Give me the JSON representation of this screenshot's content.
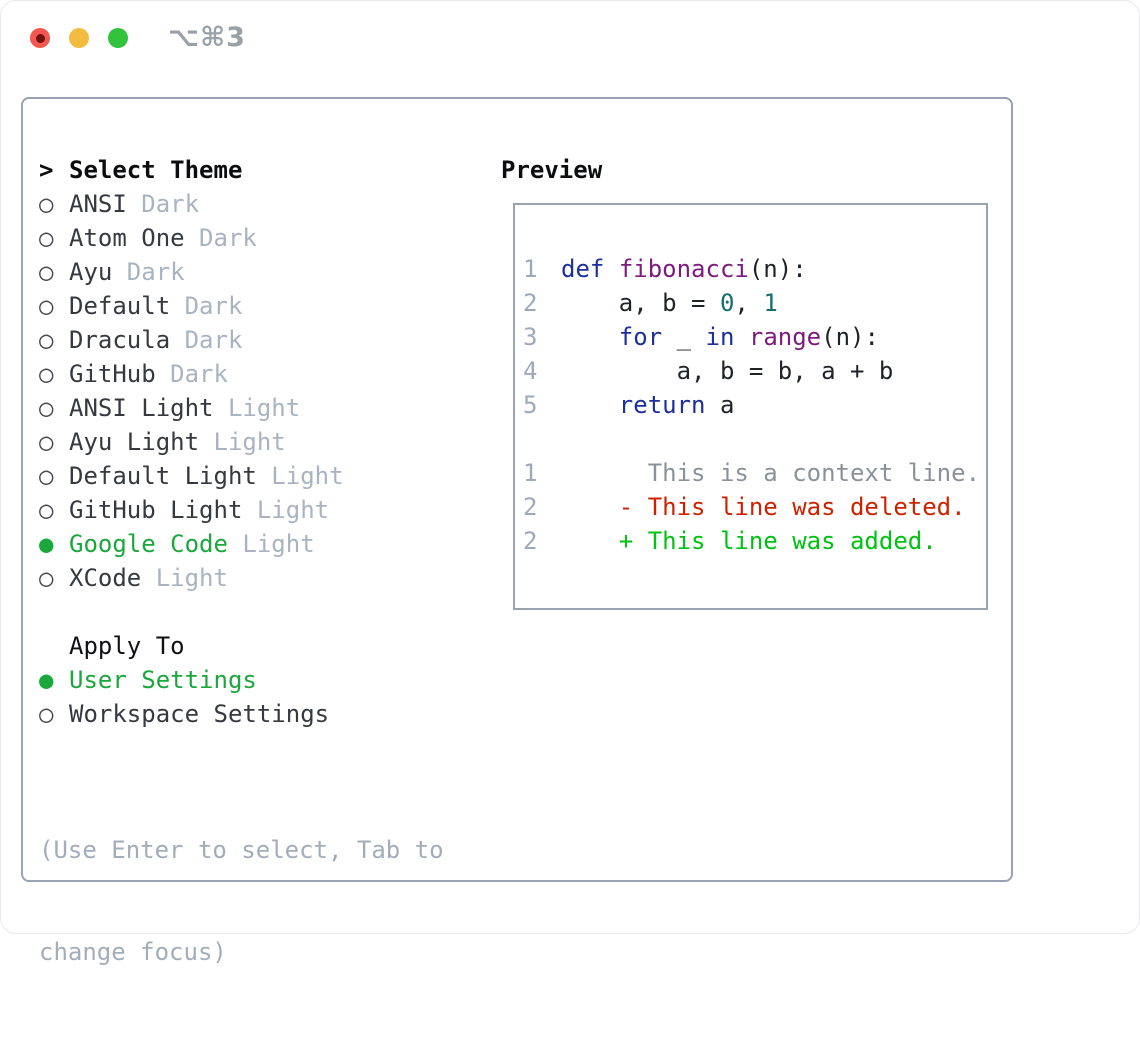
{
  "window": {
    "title": "⌥⌘3"
  },
  "colors": {
    "accent_green": "#1aa73c",
    "item_text": "#36393f",
    "variant_text": "#a9b3c2",
    "hint_text": "#a3adba",
    "panel_border": "#99a2b1",
    "line_number": "#9da8bd",
    "code_keyword": "#1b2f9e",
    "code_function": "#7d1a7d",
    "code_number": "#166e6e",
    "code_plain": "#1f2328",
    "diff_context": "#8b919b",
    "diff_deletion": "#cc2200",
    "diff_addition": "#00c213",
    "title_text": "#9aa0a8",
    "traffic_red": "#f25850",
    "traffic_red_dot": "#701210",
    "traffic_yellow": "#f3bc40",
    "traffic_green": "#31c23e"
  },
  "theme_list": {
    "focus_indicator": ">",
    "header": "Select Theme",
    "bullet_unselected": "○",
    "bullet_selected": "●",
    "items": [
      {
        "name": "ANSI",
        "variant": "Dark",
        "selected": false
      },
      {
        "name": "Atom One",
        "variant": "Dark",
        "selected": false
      },
      {
        "name": "Ayu",
        "variant": "Dark",
        "selected": false
      },
      {
        "name": "Default",
        "variant": "Dark",
        "selected": false
      },
      {
        "name": "Dracula",
        "variant": "Dark",
        "selected": false
      },
      {
        "name": "GitHub",
        "variant": "Dark",
        "selected": false
      },
      {
        "name": "ANSI Light",
        "variant": "Light",
        "selected": false
      },
      {
        "name": "Ayu Light",
        "variant": "Light",
        "selected": false
      },
      {
        "name": "Default Light",
        "variant": "Light",
        "selected": false
      },
      {
        "name": "GitHub Light",
        "variant": "Light",
        "selected": false
      },
      {
        "name": "Google Code",
        "variant": "Light",
        "selected": true
      },
      {
        "name": "XCode",
        "variant": "Light",
        "selected": false
      }
    ]
  },
  "apply_to": {
    "header": "Apply To",
    "options": [
      {
        "label": "User Settings",
        "selected": true
      },
      {
        "label": "Workspace Settings",
        "selected": false
      }
    ]
  },
  "hint": {
    "lines": [
      "(Use Enter to select, Tab to",
      "change focus)"
    ]
  },
  "preview": {
    "header": "Preview",
    "code_lines": [
      {
        "num": "1",
        "tokens": [
          {
            "text": "def",
            "cls": "kw"
          },
          {
            "text": " ",
            "cls": "pl"
          },
          {
            "text": "fibonacci",
            "cls": "fn"
          },
          {
            "text": "(n):",
            "cls": "pl"
          }
        ]
      },
      {
        "num": "2",
        "tokens": [
          {
            "text": "    a, b = ",
            "cls": "pl"
          },
          {
            "text": "0",
            "cls": "num"
          },
          {
            "text": ", ",
            "cls": "pl"
          },
          {
            "text": "1",
            "cls": "num"
          }
        ]
      },
      {
        "num": "3",
        "tokens": [
          {
            "text": "    ",
            "cls": "pl"
          },
          {
            "text": "for",
            "cls": "kw"
          },
          {
            "text": " _ ",
            "cls": "pl"
          },
          {
            "text": "in",
            "cls": "kw"
          },
          {
            "text": " ",
            "cls": "pl"
          },
          {
            "text": "range",
            "cls": "fn"
          },
          {
            "text": "(n):",
            "cls": "pl"
          }
        ]
      },
      {
        "num": "4",
        "tokens": [
          {
            "text": "        a, b = b, a + b",
            "cls": "pl"
          }
        ]
      },
      {
        "num": "5",
        "tokens": [
          {
            "text": "    ",
            "cls": "pl"
          },
          {
            "text": "return",
            "cls": "kw"
          },
          {
            "text": " a",
            "cls": "pl"
          }
        ]
      }
    ],
    "diff_lines": [
      {
        "num": "1",
        "text": "      This is a context line.",
        "type": "context"
      },
      {
        "num": "2",
        "text": "    - This line was deleted.",
        "type": "deletion"
      },
      {
        "num": "2",
        "text": "    + This line was added.",
        "type": "addition"
      }
    ]
  }
}
